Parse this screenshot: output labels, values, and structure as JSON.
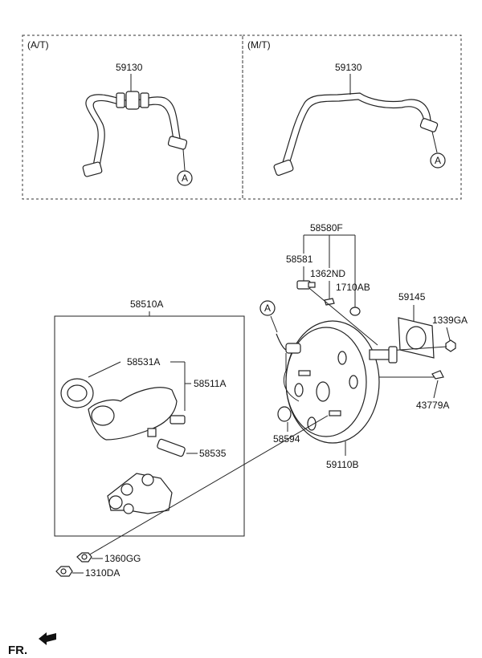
{
  "panels": {
    "at": {
      "label": "(A/T)",
      "hose_part": "59130",
      "connector": "A"
    },
    "mt": {
      "label": "(M/T)",
      "hose_part": "59130",
      "connector": "A"
    }
  },
  "parts": {
    "p58580F": "58580F",
    "p58581": "58581",
    "p1362ND": "1362ND",
    "p1710AB": "1710AB",
    "p59145": "59145",
    "p1339GA": "1339GA",
    "p43779A": "43779A",
    "p58594": "58594",
    "p59110B": "59110B",
    "p58510A": "58510A",
    "p58531A": "58531A",
    "p58511A": "58511A",
    "p58535": "58535",
    "p1360GG": "1360GG",
    "p1310DA": "1310DA"
  },
  "booster_connector": "A",
  "fr_label": "FR."
}
